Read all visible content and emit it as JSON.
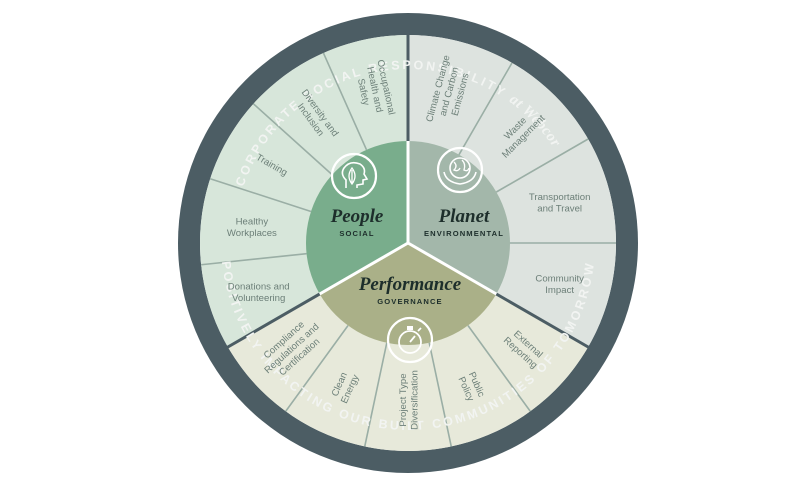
{
  "ring": {
    "top_text": "CORPORATE SOCIAL RESPONSIBILITY",
    "top_italic": "at Webcor",
    "bottom_text": "POSITIVELY IMPACTING OUR BUILT COMMUNITIES OF TOMORROW"
  },
  "hubs": {
    "people": {
      "title": "People",
      "subtitle": "SOCIAL",
      "icon": "head-leaf-icon"
    },
    "planet": {
      "title": "Planet",
      "subtitle": "ENVIRONMENTAL",
      "icon": "globe-hands-icon"
    },
    "performance": {
      "title": "Performance",
      "subtitle": "GOVERNANCE",
      "icon": "stopwatch-icon"
    }
  },
  "segments": {
    "people": [
      {
        "label": [
          "Occupational",
          "Health and",
          "Safety"
        ]
      },
      {
        "label": [
          "Diversity and",
          "Inclusion"
        ]
      },
      {
        "label": [
          "Training"
        ]
      },
      {
        "label": [
          "Healthy",
          "Workplaces"
        ]
      },
      {
        "label": [
          "Donations and",
          "Volunteering"
        ]
      }
    ],
    "planet": [
      {
        "label": [
          "Climate Change",
          "and Carbon",
          "Emissions"
        ]
      },
      {
        "label": [
          "Waste",
          "Management"
        ]
      },
      {
        "label": [
          "Transportation",
          "and Travel"
        ]
      },
      {
        "label": [
          "Community",
          "Impact"
        ]
      }
    ],
    "performance": [
      {
        "label": [
          "External",
          "Reporting"
        ]
      },
      {
        "label": [
          "Public",
          "Policy"
        ]
      },
      {
        "label": [
          "Project Type",
          "Diversification"
        ]
      },
      {
        "label": [
          "Clean",
          "Energy"
        ]
      },
      {
        "label": [
          "Compliance",
          "Regulations and",
          "Certification"
        ]
      }
    ]
  },
  "colors": {
    "outer_ring": "#4c5d64",
    "divider": "#4c5d64",
    "people_seg": "#d7e6da",
    "people_hub": "#79ad8c",
    "planet_seg": "#dde3df",
    "planet_hub": "#a3b7aa",
    "performance_seg": "#e7e9da",
    "performance_hub": "#aab088",
    "seg_line": "#9aaea5"
  }
}
